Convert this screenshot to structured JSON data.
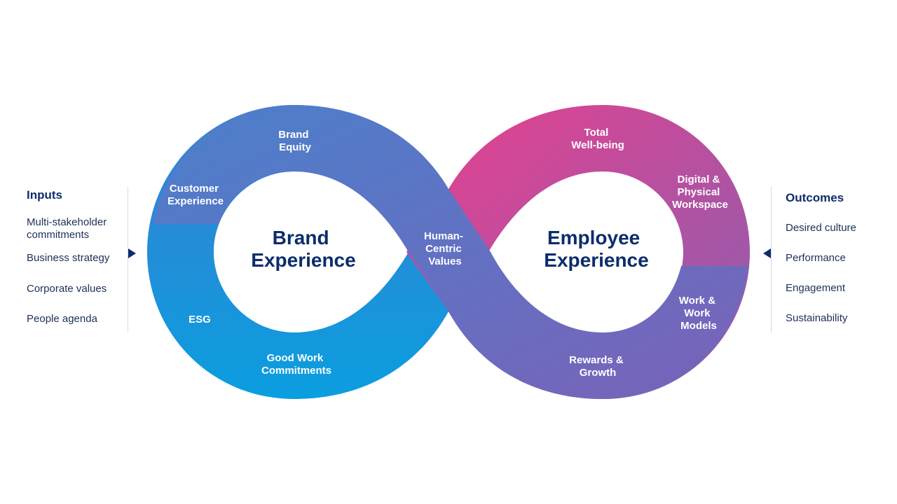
{
  "inputs": {
    "title": "Inputs",
    "items": [
      "Multi-stakeholder commitments",
      "Business strategy",
      "Corporate values",
      "People agenda"
    ]
  },
  "outcomes": {
    "title": "Outcomes",
    "items": [
      "Desired culture",
      "Performance",
      "Engagement",
      "Sustainability"
    ]
  },
  "left_loop": {
    "title": [
      "Brand",
      "Experience"
    ],
    "labels": {
      "brand_equity": [
        "Brand",
        "Equity"
      ],
      "customer_experience": [
        "Customer",
        "Experience"
      ],
      "esg": [
        "ESG"
      ],
      "good_work": [
        "Good Work",
        "Commitments"
      ]
    }
  },
  "right_loop": {
    "title": [
      "Employee",
      "Experience"
    ],
    "labels": {
      "total_wellbeing": [
        "Total",
        "Well-being"
      ],
      "digital_workspace": [
        "Digital &",
        "Physical",
        "Workspace"
      ],
      "work_models": [
        "Work &",
        "Work",
        "Models"
      ],
      "rewards_growth": [
        "Rewards &",
        "Growth"
      ]
    }
  },
  "center": {
    "label": [
      "Human-",
      "Centric",
      "Values"
    ]
  },
  "colors": {
    "navy": "#0b2d6b",
    "blue_light": "#0aa3e0",
    "blue_mid": "#3a7fd0",
    "purple": "#7a62b8",
    "magenta": "#e8408e"
  }
}
